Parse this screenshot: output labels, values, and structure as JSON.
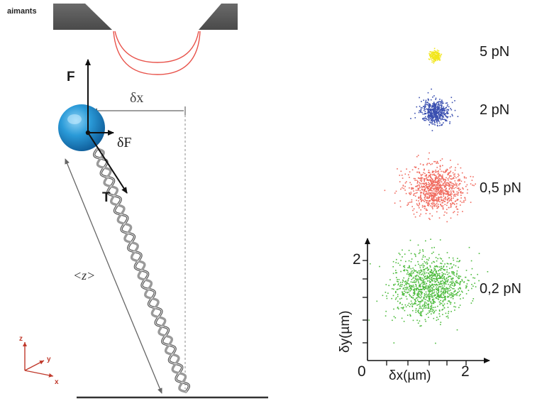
{
  "magnets_label": "aimants",
  "vectors": {
    "force": "F",
    "transverse_force": "δF",
    "tension": "T",
    "displacement": "δx",
    "extension": "<z>"
  },
  "frame_axes": {
    "x": "x",
    "y": "y",
    "z": "z"
  },
  "clouds": [
    {
      "label": "5 pN",
      "color": "#f2e61c"
    },
    {
      "label": "2 pN",
      "color": "#3a4fb0"
    },
    {
      "label": "0,5 pN",
      "color": "#f06a5e"
    },
    {
      "label": "0,2 pN",
      "color": "#4cbb3c"
    }
  ],
  "inset_plot": {
    "xlabel": "δx(µm)",
    "ylabel": "δy(µm)",
    "x_ticks": [
      "0",
      "2"
    ],
    "y_ticks": [
      "2"
    ]
  },
  "colors": {
    "bead": "#1f8fd0",
    "field_lines": "#e8524a",
    "magnet": "#555555"
  }
}
